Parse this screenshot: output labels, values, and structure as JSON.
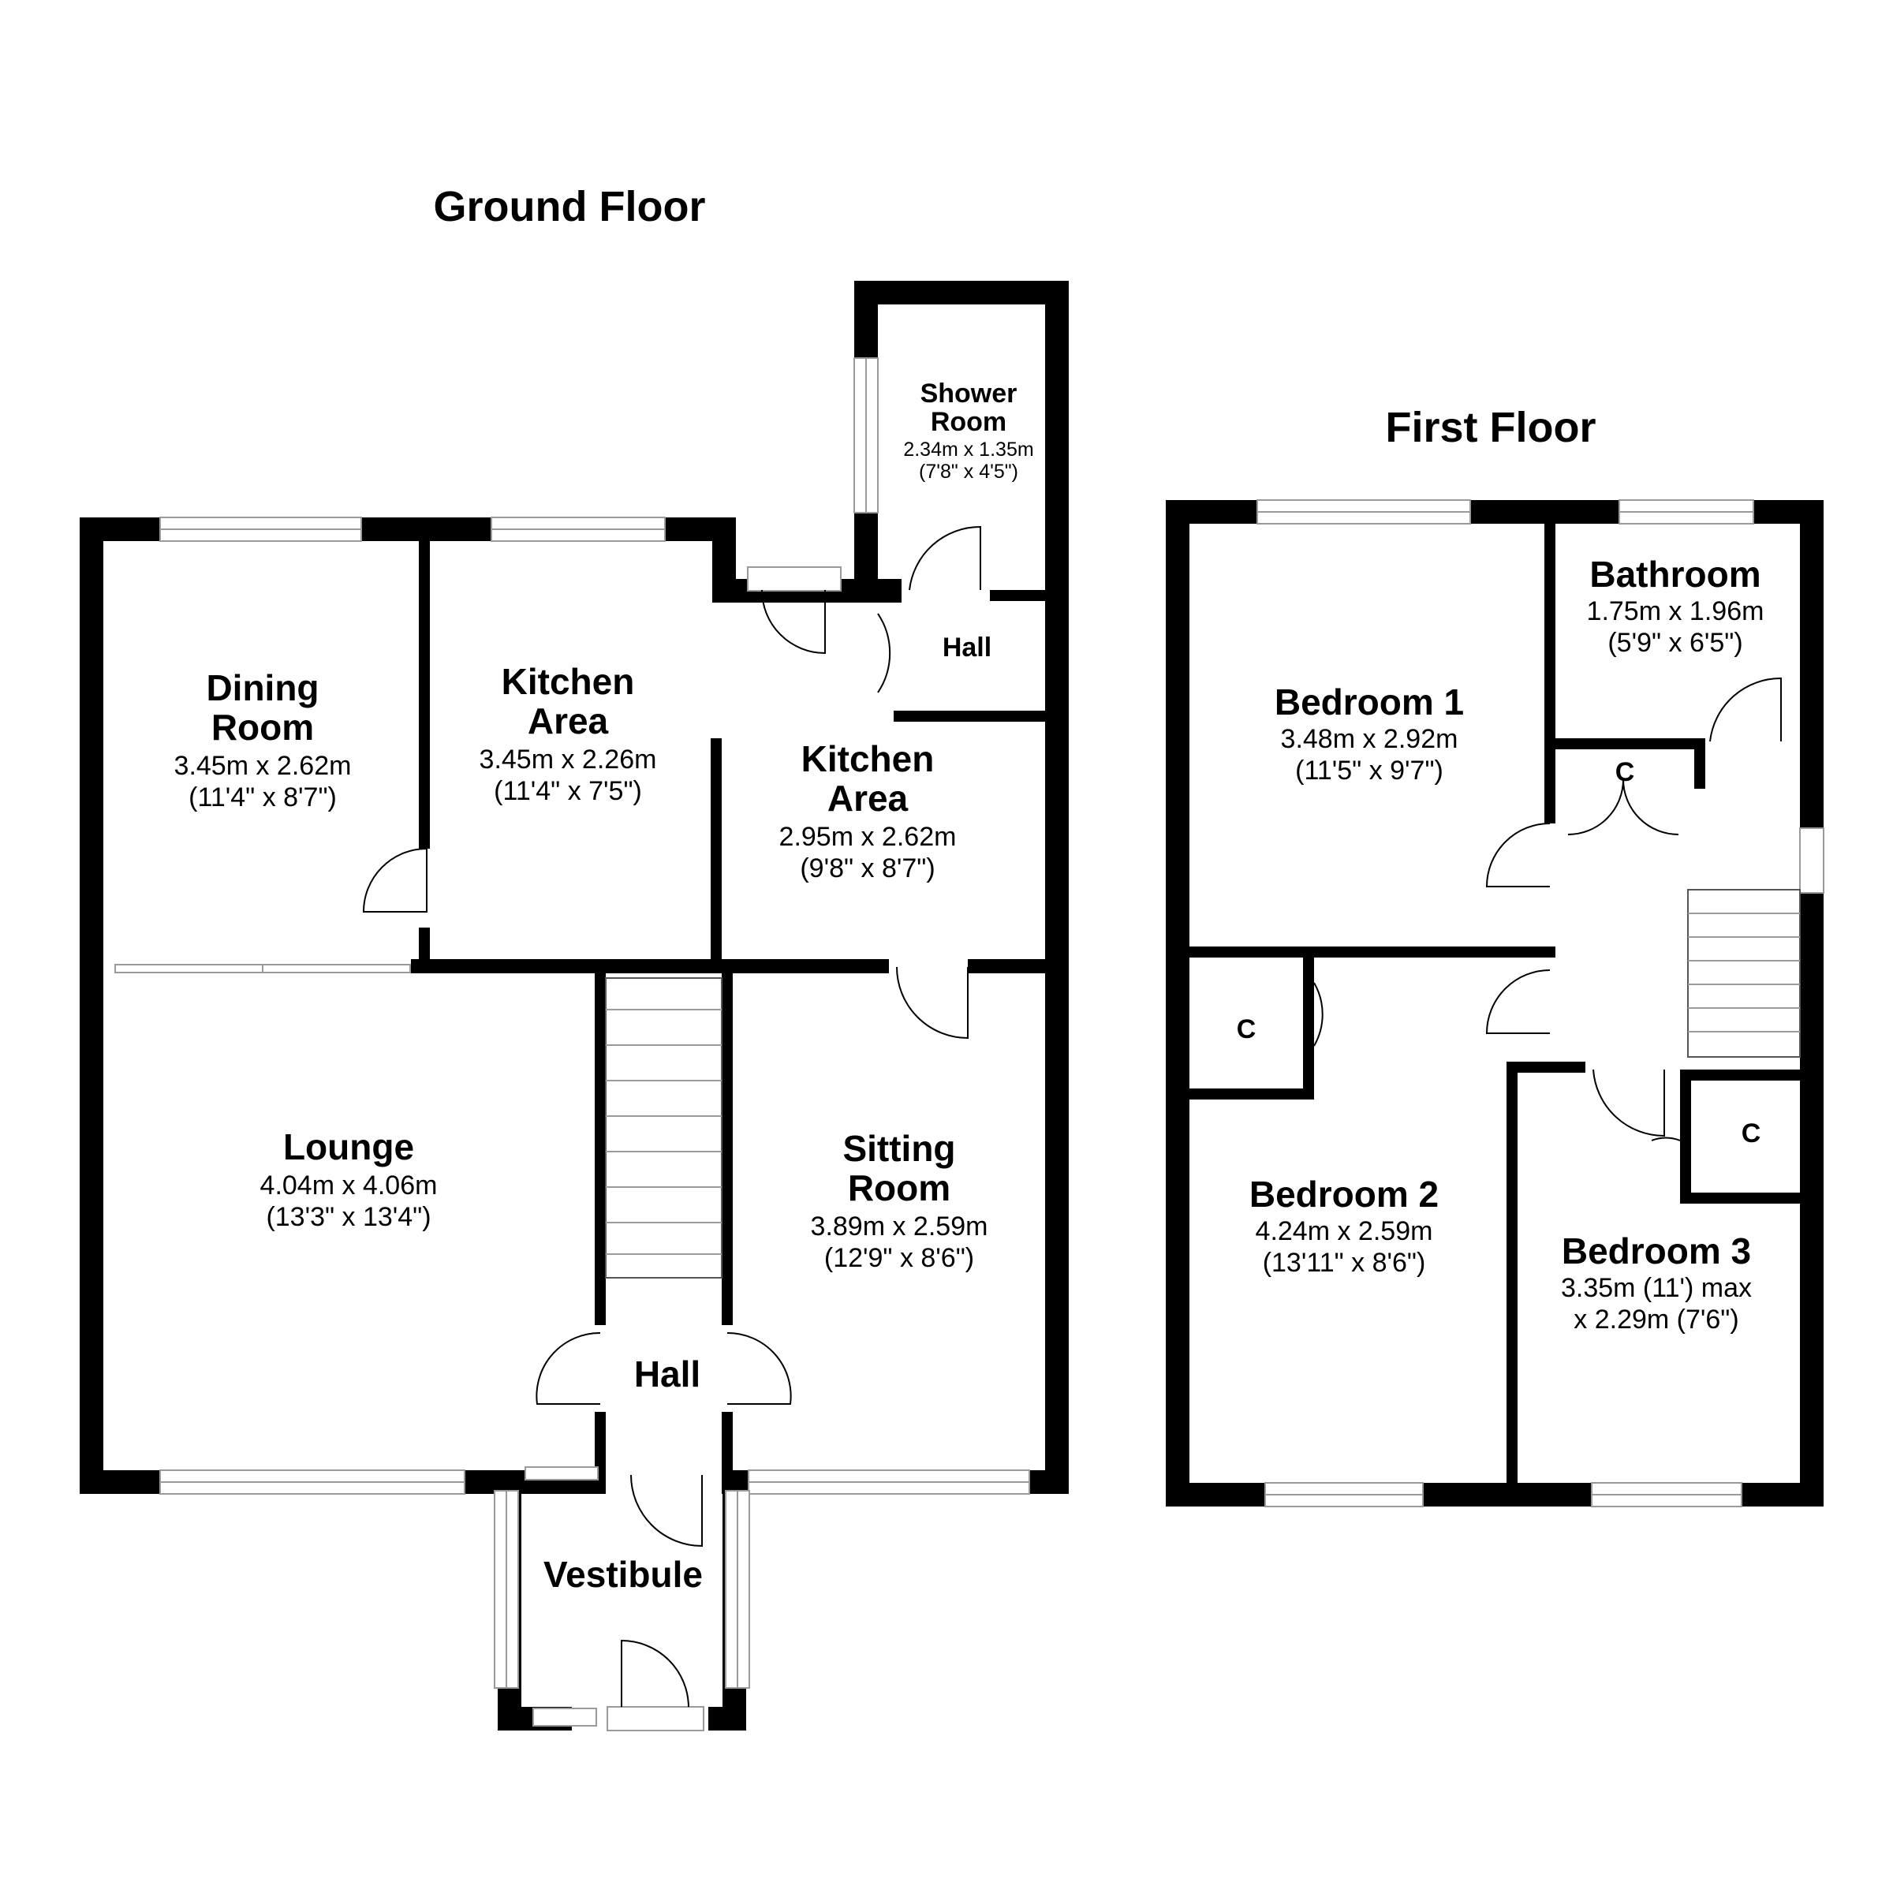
{
  "titles": {
    "ground": "Ground Floor",
    "first": "First Floor"
  },
  "ground_floor": {
    "dining_room": {
      "name_1": "Dining",
      "name_2": "Room",
      "metric": "3.45m x 2.62m",
      "imperial": "(11'4\" x 8'7\")"
    },
    "kitchen_area_1": {
      "name_1": "Kitchen",
      "name_2": "Area",
      "metric": "3.45m x 2.26m",
      "imperial": "(11'4\" x 7'5\")"
    },
    "kitchen_area_2": {
      "name_1": "Kitchen",
      "name_2": "Area",
      "metric": "2.95m x 2.62m",
      "imperial": "(9'8\" x 8'7\")"
    },
    "shower_room": {
      "name_1": "Shower",
      "name_2": "Room",
      "metric": "2.34m x 1.35m",
      "imperial": "(7'8\" x 4'5\")"
    },
    "rear_hall": {
      "name": "Hall"
    },
    "lounge": {
      "name": "Lounge",
      "metric": "4.04m x 4.06m",
      "imperial": "(13'3\" x 13'4\")"
    },
    "sitting_room": {
      "name_1": "Sitting",
      "name_2": "Room",
      "metric": "3.89m x 2.59m",
      "imperial": "(12'9\" x 8'6\")"
    },
    "hall": {
      "name": "Hall"
    },
    "vestibule": {
      "name": "Vestibule"
    }
  },
  "first_floor": {
    "bedroom_1": {
      "name": "Bedroom 1",
      "metric": "3.48m x 2.92m",
      "imperial": "(11'5\" x 9'7\")"
    },
    "bathroom": {
      "name": "Bathroom",
      "metric": "1.75m x 1.96m",
      "imperial": "(5'9\" x 6'5\")"
    },
    "bedroom_2": {
      "name": "Bedroom 2",
      "metric": "4.24m x 2.59m",
      "imperial": "(13'11\" x 8'6\")"
    },
    "bedroom_3": {
      "name": "Bedroom 3",
      "line_1": "3.35m (11') max",
      "line_2": "x 2.29m (7'6\")"
    },
    "cupboard_label": "C"
  }
}
